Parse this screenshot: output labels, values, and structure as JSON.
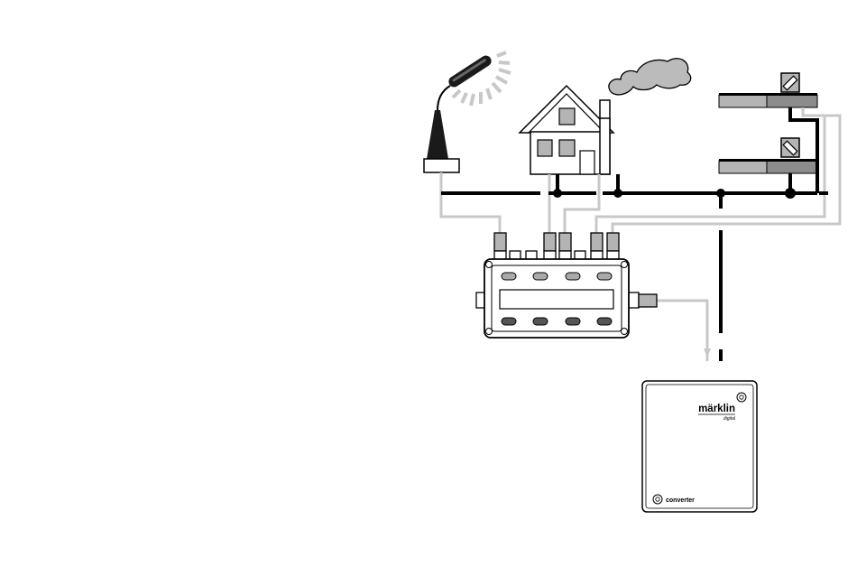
{
  "converter": {
    "brand": "märklin",
    "brand_sub": "digital",
    "label": "converter"
  },
  "colors": {
    "track_power": "#000000",
    "control_wire": "#c8c8c8",
    "panel_fill": "#ffffff",
    "outline": "#1a1a1a",
    "connector_fill": "#b4b4b4",
    "key_dark": "#555555",
    "key_light": "#aaaaaa",
    "smoke": "#bbbbbb",
    "signal_dark": "#8c8c8c",
    "signal_light": "#b4b4b4"
  },
  "icons": [
    "street-lamp-icon",
    "house-icon",
    "smoke-cloud-icon",
    "signal-icon",
    "decoder-module-icon",
    "converter-box-icon"
  ]
}
